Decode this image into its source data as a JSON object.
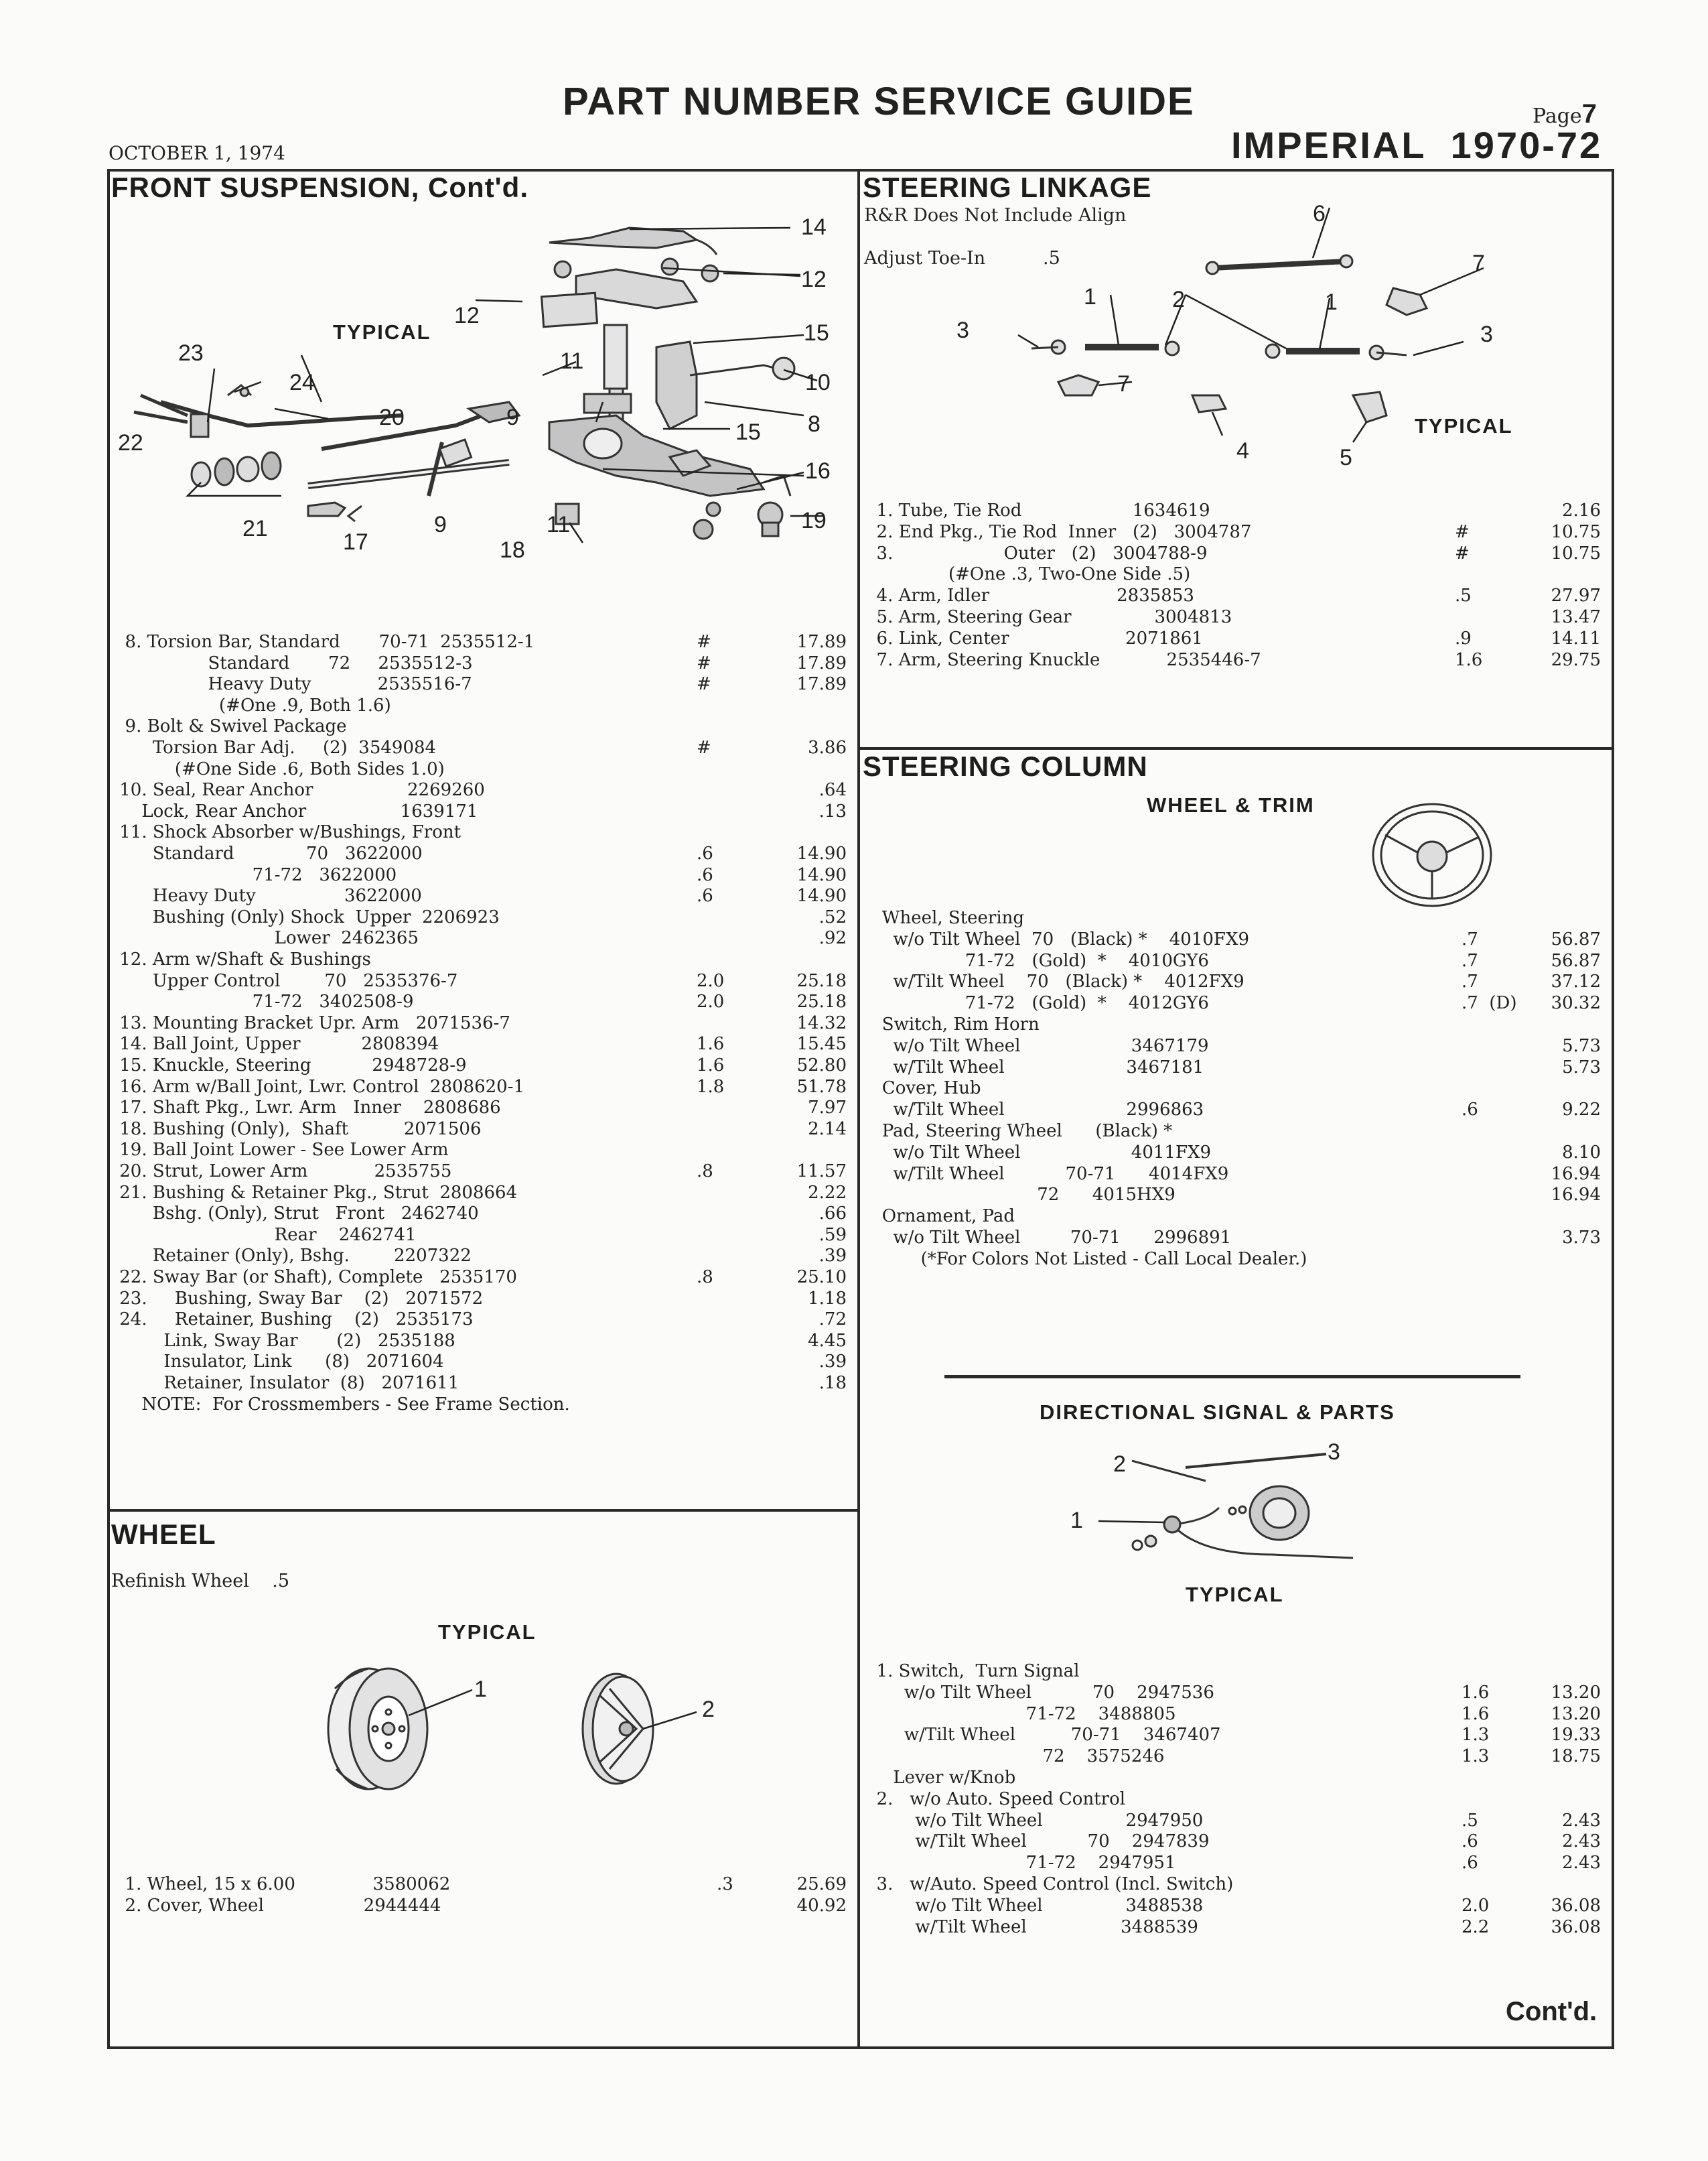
{
  "header": {
    "title": "PART NUMBER SERVICE GUIDE",
    "page_label": "Page",
    "page_num": "7",
    "date": "OCTOBER 1, 1974",
    "model": "IMPERIAL  1970-72",
    "contd": "Cont'd."
  },
  "front_suspension": {
    "title": "FRONT SUSPENSION, Cont'd.",
    "diagram_caption": "TYPICAL",
    "callouts": [
      "14",
      "12",
      "12",
      "15",
      "23",
      "24",
      "11",
      "10",
      "8",
      "15",
      "20",
      "9",
      "22",
      "16",
      "21",
      "17",
      "9",
      "11",
      "19",
      "18"
    ],
    "rows": [
      {
        "text": "  8. Torsion Bar, Standard       70-71  2535512-1",
        "flag": "#",
        "price": "17.89"
      },
      {
        "text": "                 Standard       72     2535512-3",
        "flag": "#",
        "price": "17.89"
      },
      {
        "text": "                 Heavy Duty            2535516-7",
        "flag": "#",
        "price": "17.89"
      },
      {
        "text": "                   (#One .9, Both 1.6)",
        "flag": "",
        "price": ""
      },
      {
        "text": "  9. Bolt & Swivel Package",
        "flag": "",
        "price": ""
      },
      {
        "text": "       Torsion Bar Adj.     (2)  3549084",
        "flag": "#",
        "price": "3.86"
      },
      {
        "text": "           (#One Side .6, Both Sides 1.0)",
        "flag": "",
        "price": ""
      },
      {
        "text": " 10. Seal, Rear Anchor                 2269260",
        "flag": "",
        "price": ".64"
      },
      {
        "text": "     Lock, Rear Anchor                 1639171",
        "flag": "",
        "price": ".13"
      },
      {
        "text": " 11. Shock Absorber w/Bushings, Front",
        "flag": "",
        "price": ""
      },
      {
        "text": "       Standard             70   3622000",
        "flag": ".6",
        "price": "14.90"
      },
      {
        "text": "                         71-72   3622000",
        "flag": ".6",
        "price": "14.90"
      },
      {
        "text": "       Heavy Duty                3622000",
        "flag": ".6",
        "price": "14.90"
      },
      {
        "text": "       Bushing (Only) Shock  Upper  2206923",
        "flag": "",
        "price": ".52"
      },
      {
        "text": "                             Lower  2462365",
        "flag": "",
        "price": ".92"
      },
      {
        "text": " 12. Arm w/Shaft & Bushings",
        "flag": "",
        "price": ""
      },
      {
        "text": "       Upper Control        70   2535376-7",
        "flag": "2.0",
        "price": "25.18"
      },
      {
        "text": "                         71-72   3402508-9",
        "flag": "2.0",
        "price": "25.18"
      },
      {
        "text": " 13. Mounting Bracket Upr. Arm   2071536-7",
        "flag": "",
        "price": "14.32"
      },
      {
        "text": " 14. Ball Joint, Upper           2808394",
        "flag": "1.6",
        "price": "15.45"
      },
      {
        "text": " 15. Knuckle, Steering           2948728-9",
        "flag": "1.6",
        "price": "52.80"
      },
      {
        "text": " 16. Arm w/Ball Joint, Lwr. Control  2808620-1",
        "flag": "1.8",
        "price": "51.78"
      },
      {
        "text": " 17. Shaft Pkg., Lwr. Arm   Inner    2808686",
        "flag": "",
        "price": "7.97"
      },
      {
        "text": " 18. Bushing (Only),  Shaft          2071506",
        "flag": "",
        "price": "2.14"
      },
      {
        "text": " 19. Ball Joint Lower - See Lower Arm",
        "flag": "",
        "price": ""
      },
      {
        "text": " 20. Strut, Lower Arm            2535755",
        "flag": ".8",
        "price": "11.57"
      },
      {
        "text": " 21. Bushing & Retainer Pkg., Strut  2808664",
        "flag": "",
        "price": "2.22"
      },
      {
        "text": "       Bshg. (Only), Strut   Front   2462740",
        "flag": "",
        "price": ".66"
      },
      {
        "text": "                             Rear    2462741",
        "flag": "",
        "price": ".59"
      },
      {
        "text": "       Retainer (Only), Bshg.        2207322",
        "flag": "",
        "price": ".39"
      },
      {
        "text": " 22. Sway Bar (or Shaft), Complete   2535170",
        "flag": ".8",
        "price": "25.10"
      },
      {
        "text": " 23.     Bushing, Sway Bar    (2)   2071572",
        "flag": "",
        "price": "1.18"
      },
      {
        "text": " 24.     Retainer, Bushing    (2)   2535173",
        "flag": "",
        "price": ".72"
      },
      {
        "text": "         Link, Sway Bar       (2)   2535188",
        "flag": "",
        "price": "4.45"
      },
      {
        "text": "         Insulator, Link      (8)   2071604",
        "flag": "",
        "price": ".39"
      },
      {
        "text": "         Retainer, Insulator  (8)   2071611",
        "flag": "",
        "price": ".18"
      },
      {
        "text": "     NOTE:  For Crossmembers - See Frame Section.",
        "flag": "",
        "price": ""
      }
    ]
  },
  "wheel": {
    "title": "WHEEL",
    "refinish": "Refinish Wheel    .5",
    "diagram_caption": "TYPICAL",
    "callouts": [
      "1",
      "2"
    ],
    "rows": [
      {
        "text": "  1. Wheel, 15 x 6.00              3580062",
        "flag": ".3",
        "price": "25.69"
      },
      {
        "text": "  2. Cover, Wheel                  2944444",
        "flag": "",
        "price": "40.92"
      }
    ]
  },
  "steering_linkage": {
    "title": "STEERING LINKAGE",
    "note1": "R&R Does Not Include Align",
    "note2": "Adjust Toe-In          .5",
    "diagram_caption": "TYPICAL",
    "callouts": [
      "6",
      "7",
      "1",
      "2",
      "1",
      "3",
      "3",
      "7",
      "4",
      "5"
    ],
    "rows": [
      {
        "text": "  1. Tube, Tie Rod                    1634619",
        "flag": "",
        "price": "2.16"
      },
      {
        "text": "  2. End Pkg., Tie Rod  Inner   (2)   3004787",
        "flag": "#",
        "price": "10.75"
      },
      {
        "text": "  3.                    Outer   (2)   3004788-9",
        "flag": "#",
        "price": "10.75"
      },
      {
        "text": "               (#One .3, Two-One Side .5)",
        "flag": "",
        "price": ""
      },
      {
        "text": "  4. Arm, Idler                       2835853",
        "flag": ".5",
        "price": "27.97"
      },
      {
        "text": "  5. Arm, Steering Gear               3004813",
        "flag": "",
        "price": "13.47"
      },
      {
        "text": "  6. Link, Center                     2071861",
        "flag": ".9",
        "price": "14.11"
      },
      {
        "text": "  7. Arm, Steering Knuckle            2535446-7",
        "flag": "1.6",
        "price": "29.75"
      }
    ]
  },
  "steering_column": {
    "title": "STEERING COLUMN",
    "sub1": "WHEEL & TRIM",
    "rows": [
      {
        "text": "   Wheel, Steering",
        "flag": "",
        "price": ""
      },
      {
        "text": "     w/o Tilt Wheel  70   (Black) *    4010FX9",
        "flag": ".7",
        "price": "56.87"
      },
      {
        "text": "                  71-72   (Gold)  *    4010GY6",
        "flag": ".7",
        "price": "56.87"
      },
      {
        "text": "     w/Tilt Wheel    70   (Black) *    4012FX9",
        "flag": ".7",
        "price": "37.12"
      },
      {
        "text": "                  71-72   (Gold)  *    4012GY6",
        "flag": ".7  (D)",
        "price": "30.32"
      },
      {
        "text": "   Switch, Rim Horn",
        "flag": "",
        "price": ""
      },
      {
        "text": "     w/o Tilt Wheel                    3467179",
        "flag": "",
        "price": "5.73"
      },
      {
        "text": "     w/Tilt Wheel                      3467181",
        "flag": "",
        "price": "5.73"
      },
      {
        "text": "   Cover, Hub",
        "flag": "",
        "price": ""
      },
      {
        "text": "     w/Tilt Wheel                      2996863",
        "flag": ".6",
        "price": "9.22"
      },
      {
        "text": "   Pad, Steering Wheel      (Black) *",
        "flag": "",
        "price": ""
      },
      {
        "text": "     w/o Tilt Wheel                    4011FX9",
        "flag": "",
        "price": "8.10"
      },
      {
        "text": "     w/Tilt Wheel           70-71      4014FX9",
        "flag": "",
        "price": "16.94"
      },
      {
        "text": "                               72      4015HX9",
        "flag": "",
        "price": "16.94"
      },
      {
        "text": "   Ornament, Pad",
        "flag": "",
        "price": ""
      },
      {
        "text": "     w/o Tilt Wheel         70-71      2996891",
        "flag": "",
        "price": "3.73"
      },
      {
        "text": "          (*For Colors Not Listed - Call Local Dealer.)",
        "flag": "",
        "price": ""
      }
    ],
    "sub2": "DIRECTIONAL SIGNAL & PARTS",
    "diagram_caption": "TYPICAL",
    "callouts": [
      "3",
      "2",
      "1"
    ],
    "rows2": [
      {
        "text": "  1. Switch,  Turn Signal",
        "flag": "",
        "price": ""
      },
      {
        "text": "       w/o Tilt Wheel           70    2947536",
        "flag": "1.6",
        "price": "13.20"
      },
      {
        "text": "                             71-72    3488805",
        "flag": "1.6",
        "price": "13.20"
      },
      {
        "text": "       w/Tilt Wheel          70-71    3467407",
        "flag": "1.3",
        "price": "19.33"
      },
      {
        "text": "                                72    3575246",
        "flag": "1.3",
        "price": "18.75"
      },
      {
        "text": "     Lever w/Knob",
        "flag": "",
        "price": ""
      },
      {
        "text": "  2.   w/o Auto. Speed Control",
        "flag": "",
        "price": ""
      },
      {
        "text": "         w/o Tilt Wheel               2947950",
        "flag": ".5",
        "price": "2.43"
      },
      {
        "text": "         w/Tilt Wheel           70    2947839",
        "flag": ".6",
        "price": "2.43"
      },
      {
        "text": "                             71-72    2947951",
        "flag": ".6",
        "price": "2.43"
      },
      {
        "text": "  3.   w/Auto. Speed Control (Incl. Switch)",
        "flag": "",
        "price": ""
      },
      {
        "text": "         w/o Tilt Wheel               3488538",
        "flag": "2.0",
        "price": "36.08"
      },
      {
        "text": "         w/Tilt Wheel                 3488539",
        "flag": "2.2",
        "price": "36.08"
      }
    ]
  }
}
